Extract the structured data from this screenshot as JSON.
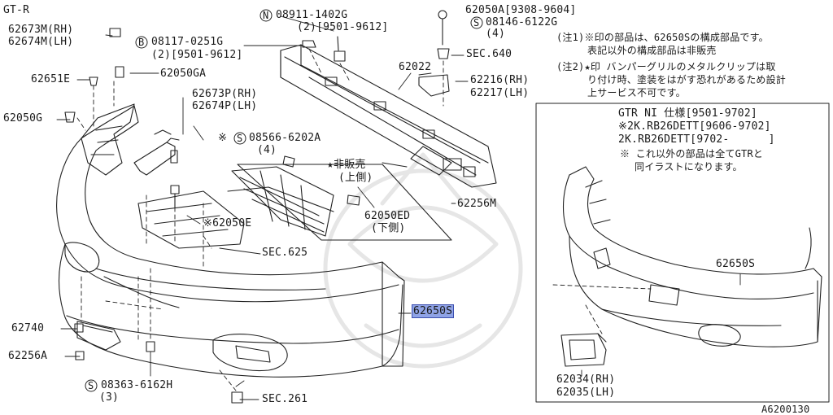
{
  "header": {
    "model": "GT-R"
  },
  "labels": {
    "p62673M": "62673M(RH)",
    "p62674M": "62674M(LH)",
    "p62651E": "62651E",
    "p62050GA": "62050GA",
    "p62050G": "62050G",
    "b08117": "08117-0251G",
    "b08117_sub": "(2)[9501-9612]",
    "n08911": "08911-1402G",
    "n08911_sub": "(2)[9501-9612]",
    "p62050A": "62050A[9308-9604]",
    "s08146": "08146-6122G",
    "s08146_sub": "(4)",
    "sec640": "SEC.640",
    "p62022": "62022",
    "p62216": "62216(RH)",
    "p62217": "62217(LH)",
    "p62673P": "62673P(RH)",
    "p62674P": "62674P(LH)",
    "s08566": "08566-6202A",
    "s08566_sub": "(4)",
    "star_label": "★非販売",
    "star_sub_upper": "(上側)",
    "p62256M": "62256M",
    "p62050E": "※62050E",
    "p62050ED": "62050ED",
    "lower_side": "(下側)",
    "sec625": "SEC.625",
    "p62650S_hl": "62650S",
    "p62740": "62740",
    "p62256A": "62256A",
    "s08363": "08363-6162H",
    "s08363_sub": "(3)",
    "sec261": "SEC.261",
    "inset_62650S": "62650S",
    "p62034": "62034(RH)",
    "p62035": "62035(LH)",
    "diagram_id": "A6200130",
    "circle_n": "N",
    "circle_b": "B",
    "circle_s": "S",
    "asterisk": "※"
  },
  "notes": {
    "note1_line1": "(注1)※印の部品は、62650Sの構成部品です。",
    "note1_line2": "表記以外の構成部品は非販売",
    "note2_line1": "(注2)★印 バンパーグリルのメタルクリップは取",
    "note2_line2": "り付け時、塗装をはがす恐れがあるため設計",
    "note2_line3": "上サービス不可です。"
  },
  "inset": {
    "line1": "GTR NI 仕様[9501-9702]",
    "line2": "※2K.RB26DETT[9606-9702]",
    "line3": "2K.RB26DETT[9702-      ]",
    "line4": "※ これ以外の部品は全てGTRと",
    "line5": "同イラストになります。"
  }
}
